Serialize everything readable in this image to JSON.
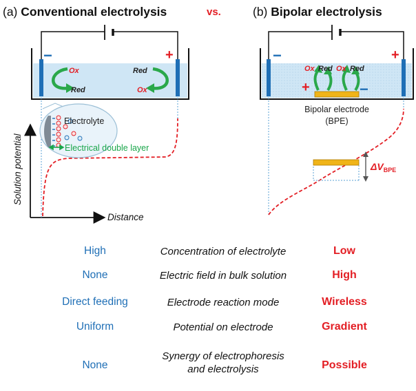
{
  "panel_a": {
    "label": "(a)",
    "title": "Conventional electrolysis",
    "minus_sign": "−",
    "plus_sign": "+",
    "ox_left": "Ox",
    "red_left": "Red",
    "red_right": "Red",
    "ox_right": "Ox",
    "electrolyte_label": "Electrolyte",
    "double_layer_label": "Electrical double layer",
    "y_axis_label": "Solution potential",
    "x_axis_label": "Distance"
  },
  "vs_label": "vs.",
  "panel_b": {
    "label": "(b)",
    "title": "Bipolar electrolysis",
    "minus_sign": "−",
    "plus_sign": "+",
    "ox_1": "Ox",
    "red_1": "Red",
    "ox_2": "Ox",
    "red_2": "Red",
    "bpe_plus": "+",
    "bpe_minus": "−",
    "bpe_label_line1": "Bipolar electrode",
    "bpe_label_line2": "(BPE)",
    "delta_v_main": "ΔV",
    "delta_v_sub": "BPE"
  },
  "comparison": [
    {
      "conventional": "High",
      "property": "Concentration of electrolyte",
      "bipolar": "Low"
    },
    {
      "conventional": "None",
      "property": "Electric field in bulk solution",
      "bipolar": "High"
    },
    {
      "conventional": "Direct feeding",
      "property": "Electrode reaction mode",
      "bipolar": "Wireless"
    },
    {
      "conventional": "Uniform",
      "property": "Potential on electrode",
      "bipolar": "Gradient"
    },
    {
      "conventional": "None",
      "property": "Synergy of electrophoresis\nand electrolysis",
      "bipolar": "Possible"
    }
  ],
  "colors": {
    "electrode_blue": "#1f6fb6",
    "solution": "#cfe6f5",
    "accent_red": "#e31e24",
    "arrow_green": "#2aa84a",
    "bpe_orange": "#f0b418"
  }
}
